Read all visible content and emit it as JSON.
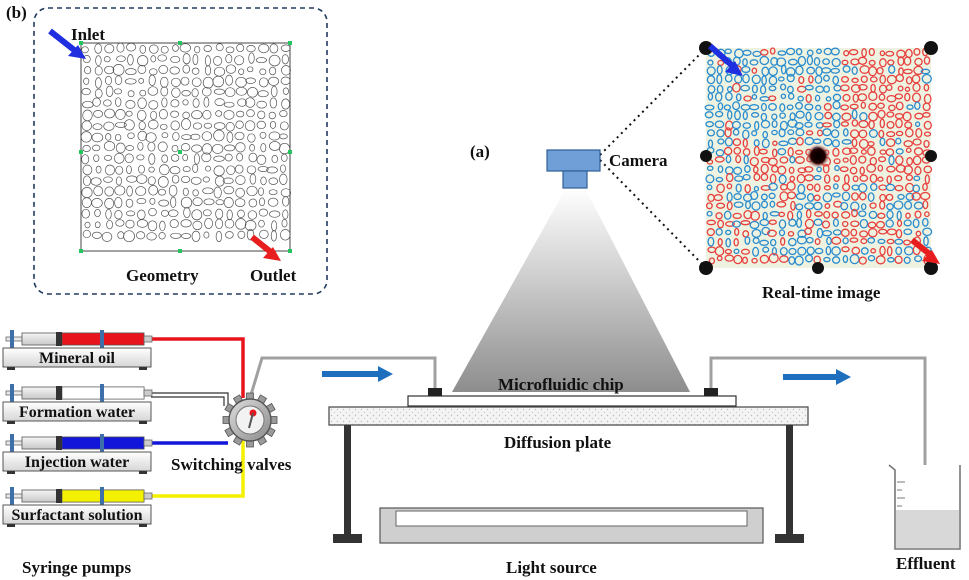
{
  "labels": {
    "panel_b": "(b)",
    "panel_a": "(a)",
    "inlet": "Inlet",
    "outlet": "Outlet",
    "geometry": "Geometry",
    "camera": "Camera",
    "realtime": "Real-time image",
    "chip": "Microfluidic chip",
    "diffusion": "Diffusion plate",
    "light": "Light source",
    "effluent": "Effluent",
    "valves": "Switching valves",
    "pumps": "Syringe pumps"
  },
  "syringes": [
    {
      "label": "Mineral oil",
      "fluid_color": "#e8141b"
    },
    {
      "label": "Formation water",
      "fluid_color": "#ffffff"
    },
    {
      "label": "Injection water",
      "fluid_color": "#1216d8"
    },
    {
      "label": "Surfactant solution",
      "fluid_color": "#f3f000"
    }
  ],
  "colors": {
    "flow_arrow": "#1f6fbf",
    "inlet_arrow": "#1f2fe0",
    "outlet_arrow": "#e81e1e",
    "camera": "#6f9fd6",
    "oil_line": "#e8141b",
    "injection_line": "#1216d8",
    "surfactant_line": "#f3f000",
    "image_red": "#e8403f",
    "image_blue": "#2a8ccf",
    "image_bg": "#eef2e0"
  }
}
